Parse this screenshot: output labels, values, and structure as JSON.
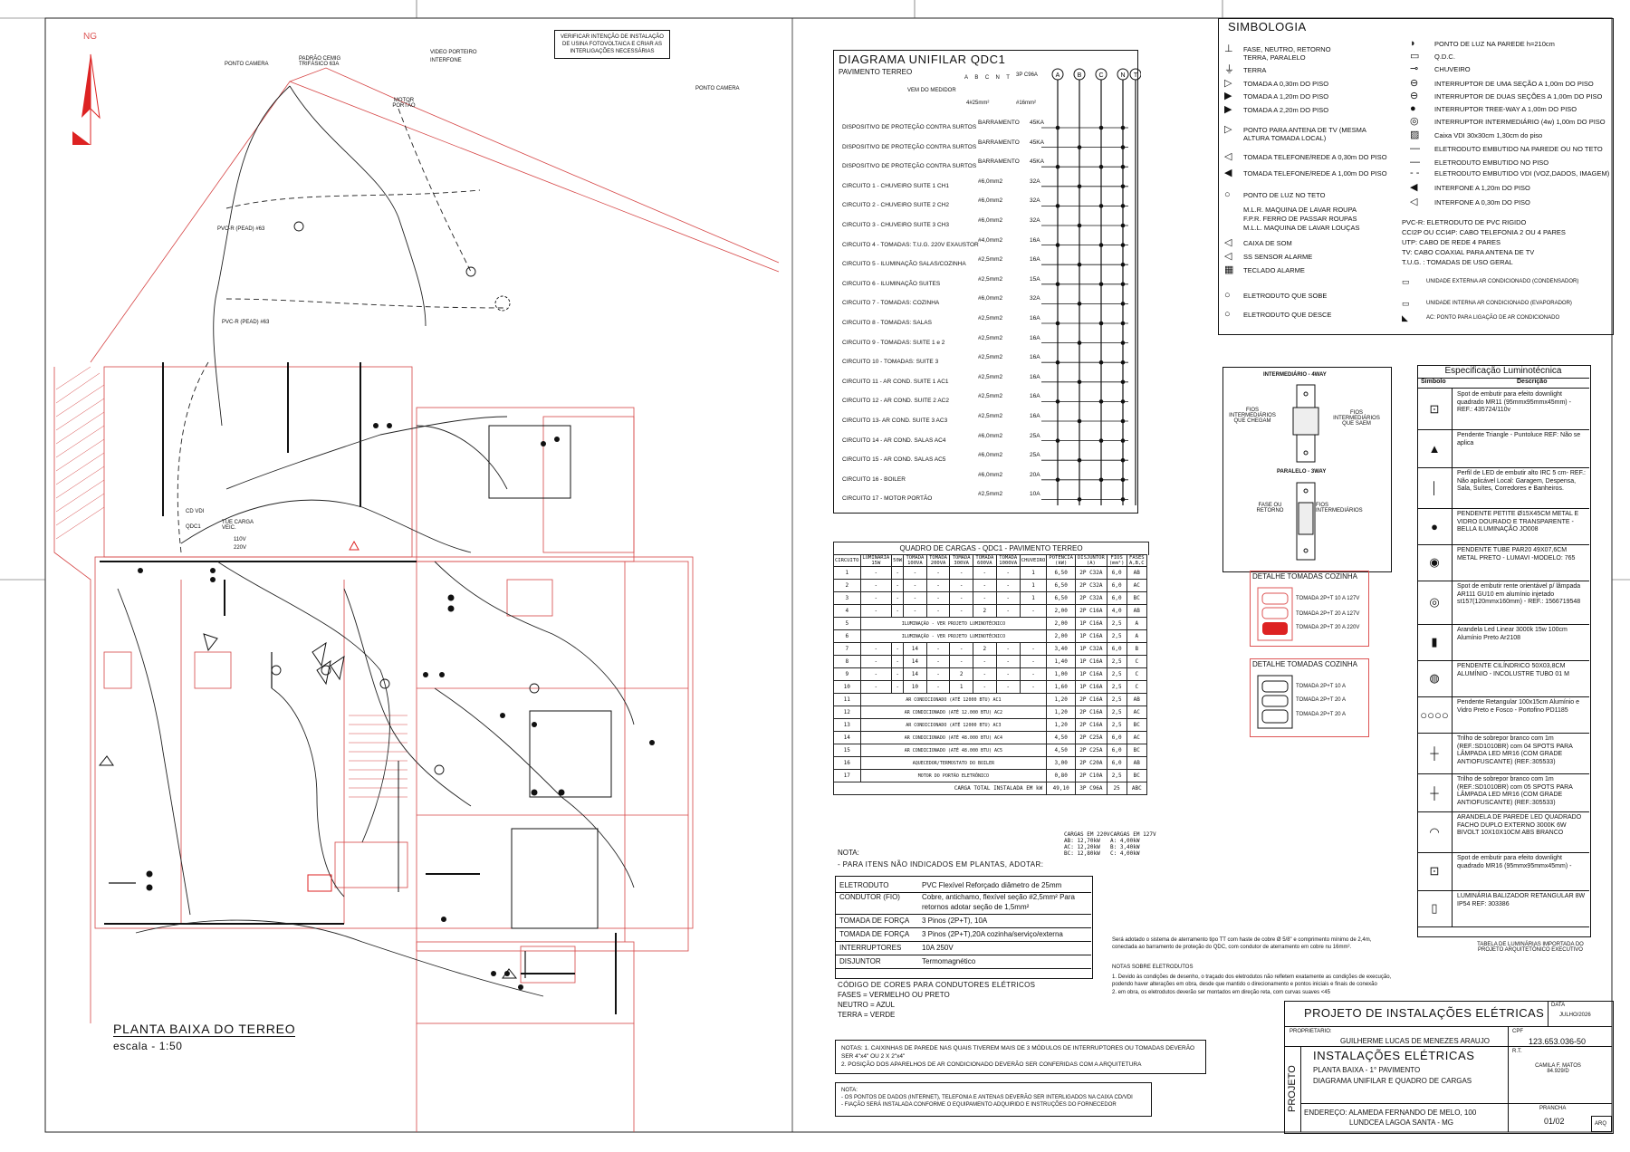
{
  "floorplan": {
    "north_label": "NG",
    "verify_note": "VERIFICAR INTENÇÃO DE INSTALAÇÃO DE USINA FOTOVOLTAICA E CRIAR AS INTERLIGAÇÕES NECESSÁRIAS",
    "labels": {
      "ponto_camera_1": "PONTO CAMERA",
      "ponto_camera_2": "PONTO CAMERA",
      "padrao_cemig": "PADRÃO CEMIG TRIFÁSICO 63A",
      "video_porteiro": "VIDEO PORTEIRO",
      "interfone": "INTERFONE",
      "motor_portao": "MOTOR PORTÃO",
      "pvc1": "PVC-R (PEAD) #63",
      "pvc2": "PVC-R (PEAD) #63",
      "cd_vd": "CD VDI",
      "qdc1": "QDC1",
      "tue": "TUE CARGA VEIC.",
      "v110": "110V",
      "v220": "220V"
    },
    "title": "PLANTA BAIXA DO TERREO",
    "scale": "escala - 1:50"
  },
  "unifilar": {
    "title": "DIAGRAMA UNIFILAR QDC1",
    "subtitle": "PAVIMENTO TERREO",
    "phase_labels": [
      "A",
      "B",
      "C",
      "N",
      "T"
    ],
    "medidor": "VEM DO MEDIDOR",
    "medidor_cable": "4#25mm²",
    "main_breaker": "3P C96A",
    "main_cable": "#16mm²",
    "rows": [
      {
        "label": "DISPOSITIVO DE PROTEÇÃO CONTRA SURTOS",
        "sec": "BARRAMENTO",
        "brk": "45KA"
      },
      {
        "label": "DISPOSITIVO DE PROTEÇÃO CONTRA SURTOS",
        "sec": "BARRAMENTO",
        "brk": "45KA"
      },
      {
        "label": "DISPOSITIVO DE PROTEÇÃO CONTRA SURTOS",
        "sec": "BARRAMENTO",
        "brk": "45KA"
      },
      {
        "label": "CIRCUITO 1 - CHUVEIRO SUITE 1 CH1",
        "sec": "#6,0mm2",
        "brk": "32A"
      },
      {
        "label": "CIRCUITO 2 - CHUVEIRO SUITE 2 CH2",
        "sec": "#6,0mm2",
        "brk": "32A"
      },
      {
        "label": "CIRCUITO 3 - CHUVEIRO SUITE 3 CH3",
        "sec": "#6,0mm2",
        "brk": "32A"
      },
      {
        "label": "CIRCUITO 4 - TOMADAS: T.U.G. 220V EXAUSTOR",
        "sec": "#4,0mm2",
        "brk": "16A"
      },
      {
        "label": "CIRCUITO 5 - ILUMINAÇÃO SALAS/COZINHA",
        "sec": "#2,5mm2",
        "brk": "16A"
      },
      {
        "label": "CIRCUITO 6 - ILUMINAÇÃO SUITES",
        "sec": "#2,5mm2",
        "brk": "15A"
      },
      {
        "label": "CIRCUITO 7 - TOMADAS: COZINHA",
        "sec": "#6,0mm2",
        "brk": "32A"
      },
      {
        "label": "CIRCUITO 8 - TOMADAS: SALAS",
        "sec": "#2,5mm2",
        "brk": "16A"
      },
      {
        "label": "CIRCUITO 9 - TOMADAS: SUITE 1 e 2",
        "sec": "#2,5mm2",
        "brk": "16A"
      },
      {
        "label": "CIRCUITO 10 - TOMADAS: SUITE 3",
        "sec": "#2,5mm2",
        "brk": "16A"
      },
      {
        "label": "CIRCUITO 11 - AR COND. SUITE 1 AC1",
        "sec": "#2,5mm2",
        "brk": "16A"
      },
      {
        "label": "CIRCUITO 12 - AR COND. SUITE 2 AC2",
        "sec": "#2,5mm2",
        "brk": "16A"
      },
      {
        "label": "CIRCUITO 13- AR COND. SUITE 3 AC3",
        "sec": "#2,5mm2",
        "brk": "16A"
      },
      {
        "label": "CIRCUITO 14 - AR COND. SALAS AC4",
        "sec": "#6,0mm2",
        "brk": "25A"
      },
      {
        "label": "CIRCUITO 15 - AR COND. SALAS AC5",
        "sec": "#6,0mm2",
        "brk": "25A"
      },
      {
        "label": "CIRCUITO 16 - BOILER",
        "sec": "#6,0mm2",
        "brk": "20A"
      },
      {
        "label": "CIRCUITO 17 - MOTOR PORTÃO",
        "sec": "#2,5mm2",
        "brk": "10A"
      }
    ]
  },
  "cargas": {
    "title": "QUADRO DE CARGAS - QDC1 - PAVIMENTO TERREO",
    "headers": [
      "CIRCUITO",
      "LUMINÁRIA 15W",
      "50W",
      "TOMADA 100VA",
      "TOMADA 200VA",
      "TOMADA 300VA",
      "TOMADA 600VA",
      "TOMADA 1000VA",
      "CHUVEIRO",
      "POTENCIA (kW)",
      "DISJUNTOR (A)",
      "FIOS (mm²)",
      "FASES A,B,C"
    ],
    "rows": [
      [
        "1",
        "-",
        "-",
        "-",
        "-",
        "-",
        "-",
        "-",
        "1",
        "6,50",
        "2P C32A",
        "6,0",
        "AB"
      ],
      [
        "2",
        "-",
        "-",
        "-",
        "-",
        "-",
        "-",
        "-",
        "1",
        "6,50",
        "2P C32A",
        "6,0",
        "AC"
      ],
      [
        "3",
        "-",
        "-",
        "-",
        "-",
        "-",
        "-",
        "-",
        "1",
        "6,50",
        "2P C32A",
        "6,0",
        "BC"
      ],
      [
        "4",
        "-",
        "-",
        "-",
        "-",
        "-",
        "2",
        "-",
        "-",
        "2,00",
        "2P C16A",
        "4,0",
        "AB"
      ],
      [
        "5",
        "ILUMINAÇÃO - VER PROJETO LUMINOTÉCNICO",
        "",
        "",
        "",
        "",
        "",
        "",
        "",
        "2,00",
        "1P C16A",
        "2,5",
        "A"
      ],
      [
        "6",
        "ILUMINAÇÃO - VER PROJETO LUMINOTÉCNICO",
        "",
        "",
        "",
        "",
        "",
        "",
        "",
        "2,00",
        "1P C16A",
        "2,5",
        "A"
      ],
      [
        "7",
        "-",
        "-",
        "14",
        "-",
        "-",
        "2",
        "-",
        "-",
        "3,40",
        "1P C32A",
        "6,0",
        "B"
      ],
      [
        "8",
        "-",
        "-",
        "14",
        "-",
        "-",
        "-",
        "-",
        "-",
        "1,40",
        "1P C16A",
        "2,5",
        "C"
      ],
      [
        "9",
        "-",
        "-",
        "14",
        "-",
        "2",
        "-",
        "-",
        "-",
        "1,00",
        "1P C16A",
        "2,5",
        "C"
      ],
      [
        "10",
        "-",
        "-",
        "10",
        "-",
        "1",
        "-",
        "-",
        "-",
        "1,60",
        "1P C16A",
        "2,5",
        "C"
      ],
      [
        "11",
        "AR CONDICIONADO (ATÉ 12000 BTU) AC1",
        "",
        "",
        "",
        "",
        "",
        "",
        "",
        "1,20",
        "2P C16A",
        "2,5",
        "AB"
      ],
      [
        "12",
        "AR CONDICIONADO (ATÉ 12.000 BTU) AC2",
        "",
        "",
        "",
        "",
        "",
        "",
        "",
        "1,20",
        "2P C16A",
        "2,5",
        "AC"
      ],
      [
        "13",
        "AR CONDICIONADO (ATÉ 12000 BTU) AC3",
        "",
        "",
        "",
        "",
        "",
        "",
        "",
        "1,20",
        "2P C16A",
        "2,5",
        "BC"
      ],
      [
        "14",
        "AR CONDICIONADO (ATÉ 48.000 BTU) AC4",
        "",
        "",
        "",
        "",
        "",
        "",
        "",
        "4,50",
        "2P C25A",
        "6,0",
        "AC"
      ],
      [
        "15",
        "AR CONDICIONADO (ATÉ 48.000 BTU) AC5",
        "",
        "",
        "",
        "",
        "",
        "",
        "",
        "4,50",
        "2P C25A",
        "6,0",
        "BC"
      ],
      [
        "16",
        "AQUECEDOR/TERMOSTATO DO BOILER",
        "",
        "",
        "",
        "",
        "",
        "",
        "",
        "3,00",
        "2P C20A",
        "6,0",
        "AB"
      ],
      [
        "17",
        "MOTOR DO PORTÃO ELETRÔNICO",
        "",
        "",
        "",
        "",
        "",
        "",
        "",
        "0,80",
        "2P C10A",
        "2,5",
        "BC"
      ]
    ],
    "total_label": "CARGA TOTAL INSTALADA EM kW",
    "total": [
      "49,10",
      "3P C96A",
      "25",
      "ABC"
    ],
    "loads_220_title": "CARGAS EM 220V",
    "loads_220": [
      "AB: 12,70kW",
      "AC: 12,20kW",
      "BC: 12,80kW"
    ],
    "loads_127_title": "CARGAS EM 127V",
    "loads_127": [
      "A: 4,00kW",
      "B: 3,40kW",
      "C: 4,00kW"
    ]
  },
  "notes": {
    "nota": "NOTA:",
    "nota_text": "- PARA ITENS NÃO INDICADOS EM PLANTAS, ADOTAR:",
    "spec_rows": [
      [
        "ELETRODUTO",
        "PVC Flexível Reforçado diâmetro de 25mm"
      ],
      [
        "CONDUTOR (FIO)",
        "Cobre, antichamo, flexível seção #2,5mm² Para retornos adotar seção de 1,5mm²"
      ],
      [
        "TOMADA DE FORÇA",
        "3 Pinos (2P+T), 10A"
      ],
      [
        "TOMADA DE FORÇA",
        "3 Pinos (2P+T),20A cozinha/serviço/externa"
      ],
      [
        "INTERRUPTORES",
        "10A 250V"
      ],
      [
        "DISJUNTOR",
        "Termomagnético"
      ]
    ],
    "color_code_title": "CÓDIGO DE CORES PARA CONDUTORES ELÉTRICOS",
    "color_codes": [
      "FASES = VERMELHO OU PRETO",
      "NEUTRO = AZUL",
      "TERRA = VERDE"
    ],
    "notas_box": "NOTAS: 1. CAIXINHAS DE PAREDE NAS QUAIS TIVEREM MAIS DE 3 MÓDULOS DE INTERRUPTORES OU TOMADAS DEVERÃO SER 4\"x4\" OU 2 X 2\"x4\"\n2. POSIÇÃO DOS APARELHOS DE AR CONDICIONADO DEVERÃO SER CONFERIDAS COM A ARQUITETURA",
    "nota2_box": "NOTA:\n- OS PONTOS DE DADOS (INTERNET), TELEFONIA E ANTENAS DEVERÃO SER INTERLIGADOS NA CAIXA CD/VDI\n- FIAÇÃO SERÁ INSTALADA CONFORME O EQUIPAMENTO ADQUIRIDO E INSTRUÇÕES DO FORNECEDOR",
    "aterramento": "Será adotado o sistema de aterramento tipo TT com haste de cobre Ø 5/8\" e comprimento mínimo de 2,4m, conectada ao barramento de proteção do QDC, com condutor de aterramento em cobre nu 16mm².",
    "eletrodutos_title": "NOTAS SOBRE ELETRODUTOS",
    "eletrodutos_1": "1. Devido às condições de desenho, o traçado dos eletrodutos não refletem exatamente as condições de execução, podendo haver alterações em obra, desde que mantido o direcionamento e pontos iniciais e finais de conexão",
    "eletrodutos_2": "2. em obra, os eletrodutos deverão ser montados em direção reta, com curvas suaves <45"
  },
  "simbologia": {
    "title": "SIMBOLOGIA",
    "left": [
      "FASE, NEUTRO, RETORNO TERRA, PARALELO",
      "TERRA",
      "TOMADA A 0,30m DO PISO",
      "TOMADA A 1,20m DO PISO",
      "TOMADA A 2,20m DO PISO",
      "PONTO PARA ANTENA DE TV (MESMA ALTURA TOMADA LOCAL)",
      "TOMADA TELEFONE/REDE A 0,30m DO PISO",
      "TOMADA TELEFONE/REDE A 1,00m DO PISO",
      "PONTO DE LUZ NO TETO",
      "M.L.R. MAQUINA DE LAVAR ROUPA",
      "F.P.R. FERRO DE PASSAR ROUPAS",
      "M.L.L. MAQUINA DE LAVAR LOUÇAS",
      "CAIXA DE SOM",
      "SS SENSOR ALARME",
      "TECLADO ALARME",
      "ELETRODUTO QUE SOBE",
      "ELETRODUTO QUE DESCE"
    ],
    "right": [
      "PONTO DE LUZ NA PAREDE h=210cm",
      "Q.D.C.",
      "CHUVEIRO",
      "INTERRUPTOR DE UMA SEÇÃO A 1,00m DO PISO",
      "INTERRUPTOR DE DUAS SEÇÕES A 1,00m DO PISO",
      "INTERRUPTOR TREE-WAY A 1,00m DO PISO",
      "INTERRUPTOR INTERMEDIÁRIO (4w) 1,00m DO PISO",
      "Caixa VDI 30x30cm 1,30cm do piso",
      "ELETRODUTO EMBUTIDO NA PAREDE OU NO TETO",
      "ELETRODUTO EMBUTIDO NO PISO",
      "ELETRODUTO EMBUTIDO VDI (VOZ,DADOS, IMAGEM)",
      "INTERFONE A 1,20m DO PISO",
      "INTERFONE A 0,30m DO PISO"
    ],
    "abbrev": [
      "PVC-R: ELETRODUTO DE PVC RIGIDO",
      "CCI2P OU CCI4P: CABO TELEFONIA 2 OU 4 PARES",
      "UTP: CABO DE REDE 4 PARES",
      "TV: CABO COAXIAL PARA ANTENA DE TV",
      "T.U.G. : TOMADAS DE USO GERAL"
    ],
    "ac": [
      "UNIDADE EXTERNA AR CONDICIONADO (CONDENSADOR)",
      "UNIDADE INTERNA AR CONDICIONADO (EVAPORADOR)",
      "AC: PONTO PARA LIGAÇÃO DE AR CONDICIONADO"
    ]
  },
  "switch_detail": {
    "intermediario": "INTERMEDIÁRIO - 4WAY",
    "fios_chegam": "FIOS INTERMEDIÁRIOS QUE CHEGAM",
    "fios_saem": "FIOS INTERMEDIÁRIOS QUE SAEM",
    "paralelo": "PARALELO - 3WAY",
    "fase_retorno": "FASE OU RETORNO",
    "fios_int": "FIOS INTERMEDIÁRIOS"
  },
  "cozinha_details": [
    {
      "title": "DETALHE TOMADAS COZINHA",
      "labels": [
        "TOMADA 2P+T 10 A 127V",
        "TOMADA 2P+T 20 A 127V",
        "TOMADA 2P+T 20 A 220V"
      ]
    },
    {
      "title": "DETALHE TOMADAS COZINHA",
      "labels": [
        "TOMADA 2P+T 10 A",
        "TOMADA 2P+T 20 A",
        "TOMADA 2P+T 20 A"
      ]
    }
  ],
  "luminotecnica": {
    "title": "Especificação Luminotécnica",
    "col_symbol": "Símbolo",
    "col_desc": "Descrição",
    "rows": [
      "Spot de embutir para efeito downlight quadrado MR11 (95mmx95mmx45mm) - REF.: 435724/110v",
      "Pendente Triangle - Puntoluce REF: Não se aplica",
      "Perfil de LED de embutir alto IRC 5 cm- REF.: Não aplicável Local: Garagem, Despensa, Sala, Suítes, Corredores e Banheiros.",
      "PENDENTE PETITE Ø15X45CM METAL E VIDRO DOURADO E TRANSPARENTE - BELLA ILUMINAÇÃO JO008",
      "PENDENTE TUBE PAR20 49X07,6CM METAL PRETO - LUMAVI -MODELO: 765",
      "Spot de embutir rente orientável p/ lâmpada AR111 GU10 em alumínio injetado st157(120mmx160mm) - REF.: 1566719548",
      "Arandela Led Linear 3000k 15w 100cm Alumínio Preto Ar2108",
      "PENDENTE CILÍNDRICO 50X03,8CM ALUMÍNIO - INCOLUSTRE TUBO 01 M",
      "Pendente Retangular 100x15cm Alumínio e Vidro Preto e Fosco - Portofino PD1185",
      "Trilho de sobrepor branco com 1m (REF.:SD1010BR) com 04 SPOTS PARA LÂMPADA LED MR16 (COM GRADE ANTIOFUSCANTE) (REF.:305533)",
      "Trilho de sobrepor branco com 1m (REF.:SD1010BR) com 05 SPOTS PARA LÂMPADA LED MR16 (COM GRADE ANTIOFUSCANTE) (REF.:305533)",
      "ARANDELA DE PAREDE LED QUADRADO FACHO DUPLO EXTERNO 3000K 6W BIVOLT 10X10X10CM ABS BRANCO",
      "Spot de embutir para efeito downlight quadrado MR16 (95mmx95mmx45mm) -",
      "LUMINÁRIA BALIZADOR RETANGULAR 8W IP54 REF: 303386"
    ],
    "icons": [
      "spot-square-icon",
      "triangle-pendant-icon",
      "led-profile-icon",
      "pendant-petite-icon",
      "pendant-tube-icon",
      "spot-orientable-icon",
      "wall-linear-icon",
      "pendant-cylinder-icon",
      "pendant-rect-icon",
      "track-4-icon",
      "track-5-icon",
      "wall-square-icon",
      "spot-mr16-icon",
      "bollard-icon"
    ],
    "footnote": "TABELA DE LUMINÁRIAS IMPORTADA DO PROJETO ARQUITETÔNICO EXECUTIVO"
  },
  "title_block": {
    "project": "PROJETO DE INSTALAÇÕES ELÉTRICAS",
    "data_label": "DATA",
    "data": "JULHO/2026",
    "proprietario_label": "PROPRIETARIO:",
    "proprietario": "GUILHERME LUCAS DE MENEZES ARAUJO",
    "cpf_label": "CPF",
    "cpf": "123.653.036-50",
    "discipline": "INSTALAÇÕES ELÉTRICAS",
    "projeto_vertical": "PROJETO",
    "desc1": "PLANTA BAIXA - 1° PAVIMENTO",
    "desc2": "DIAGRAMA UNIFILAR E QUADRO DE CARGAS",
    "rt_label": "R.T.",
    "rt": "CAMILA F. MATOS 84.929/D",
    "endereco": "ENDEREÇO: ALAMEDA FERNANDO DE MELO, 100",
    "cidade": "LUNDCEA   LAGOA SANTA - MG",
    "prancha_label": "PRANCHA",
    "prancha": "01/02",
    "arq": "ARQ"
  }
}
